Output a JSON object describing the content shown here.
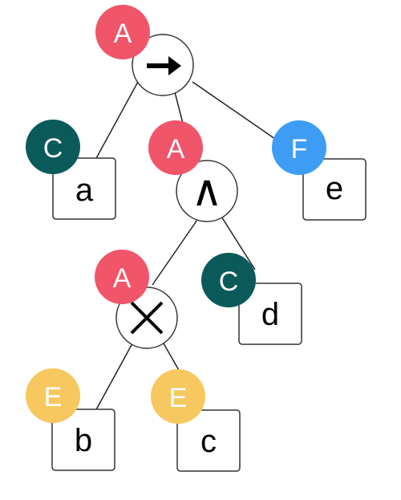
{
  "colors": {
    "A": "#f0556a",
    "C": "#0b5a5a",
    "E": "#f6c85f",
    "F": "#3d9df5",
    "stroke": "#333333",
    "line": "#222222"
  },
  "operators": {
    "root": "→",
    "and": "∧",
    "times": "✕"
  },
  "leaves": {
    "a": "a",
    "b": "b",
    "c": "c",
    "d": "d",
    "e": "e"
  },
  "badges": {
    "root": "A",
    "and": "A",
    "times": "A",
    "a": "C",
    "d": "C",
    "b": "E",
    "c": "E",
    "e": "F"
  }
}
